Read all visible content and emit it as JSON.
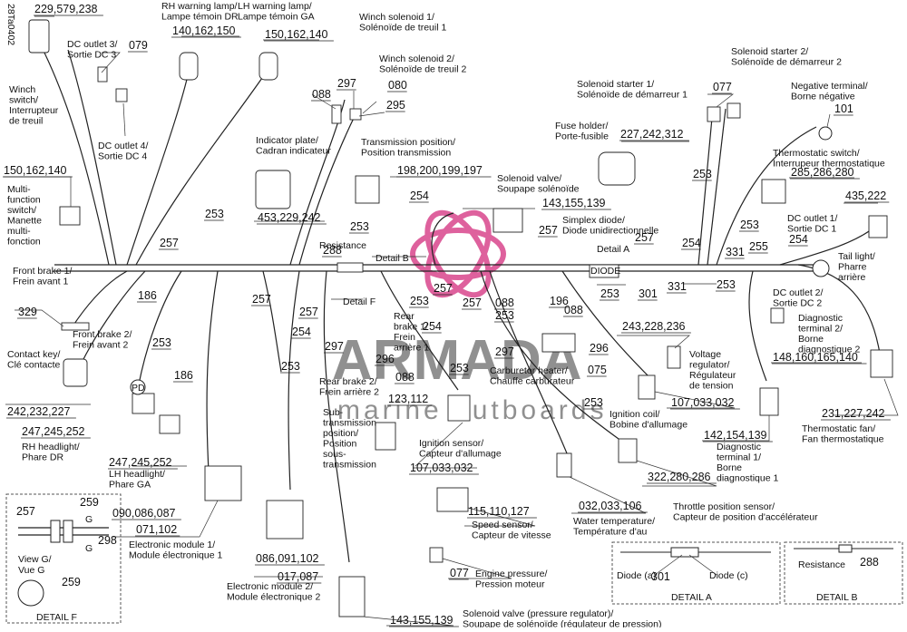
{
  "doc_code": "28Ta0402",
  "watermark": {
    "brand": "ARMADA",
    "tagline": "marine outboards",
    "logo_color": "#d9468c"
  },
  "labels": [
    {
      "id": "winch-switch",
      "lines": [
        "Winch",
        "switch/",
        "Interrupteur",
        "de treuil"
      ]
    },
    {
      "id": "dc-outlet-3",
      "lines": [
        "DC outlet 3/",
        "Sortie DC 3"
      ]
    },
    {
      "id": "dc-outlet-4",
      "lines": [
        "DC outlet 4/",
        "Sortie DC 4"
      ]
    },
    {
      "id": "rh-warning-lamp",
      "lines": [
        "RH warning lamp/",
        "Lampe témoin DR"
      ]
    },
    {
      "id": "lh-warning-lamp",
      "lines": [
        "LH warning lamp/",
        "Lampe témoin GA"
      ]
    },
    {
      "id": "winch-solenoid-1",
      "lines": [
        "Winch solenoid 1/",
        "Solénoïde de treuil 1"
      ]
    },
    {
      "id": "winch-solenoid-2",
      "lines": [
        "Winch solenoid 2/",
        "Solénoïde de treuil 2"
      ]
    },
    {
      "id": "solenoid-starter-2",
      "lines": [
        "Solenoid starter 2/",
        "Solénoïde de démarreur 2"
      ]
    },
    {
      "id": "solenoid-starter-1",
      "lines": [
        "Solenoid starter 1/",
        "Solénoïde de démarreur 1"
      ]
    },
    {
      "id": "negative-terminal",
      "lines": [
        "Negative terminal/",
        "Borne négative"
      ]
    },
    {
      "id": "multi-function-switch",
      "lines": [
        "Multi-",
        "function",
        "switch/",
        "Manette",
        "multi-",
        "fonction"
      ]
    },
    {
      "id": "indicator-plate",
      "lines": [
        "Indicator plate/",
        "Cadran indicateur"
      ]
    },
    {
      "id": "transmission-position",
      "lines": [
        "Transmission position/",
        "Position transmission"
      ]
    },
    {
      "id": "fuse-holder",
      "lines": [
        "Fuse holder/",
        "Porte-fusible"
      ]
    },
    {
      "id": "thermostatic-switch",
      "lines": [
        "Thermostatic switch/",
        "Interrupeur thermostatique"
      ]
    },
    {
      "id": "solenoid-valve",
      "lines": [
        "Solenoid valve/",
        "Soupape solénoïde"
      ]
    },
    {
      "id": "simplex-diode",
      "lines": [
        "Simplex diode/",
        "Diode unidirectionnelle"
      ]
    },
    {
      "id": "dc-outlet-1",
      "lines": [
        "DC outlet 1/",
        "Sortie DC 1"
      ]
    },
    {
      "id": "tail-light",
      "lines": [
        "Tail light/",
        "Pharre",
        "arrière"
      ]
    },
    {
      "id": "front-brake-1",
      "lines": [
        "Front brake 1/",
        "Frein avant 1"
      ]
    },
    {
      "id": "front-brake-2",
      "lines": [
        "Front brake 2/",
        "Frein avant 2"
      ]
    },
    {
      "id": "contact-key",
      "lines": [
        "Contact key/",
        "Clé contacte"
      ]
    },
    {
      "id": "rh-headlight",
      "lines": [
        "RH headlight/",
        "Phare DR"
      ]
    },
    {
      "id": "lh-headlight",
      "lines": [
        "LH headlight/",
        "Phare GA"
      ]
    },
    {
      "id": "rear-brake-1",
      "lines": [
        "Rear",
        "brake 1/",
        "Frein",
        "arrière 1"
      ]
    },
    {
      "id": "rear-brake-2",
      "lines": [
        "Rear brake 2/",
        "Frein arrière 2"
      ]
    },
    {
      "id": "carburetor-heater",
      "lines": [
        "Carburetor heater/",
        "Chauffe carburateur"
      ]
    },
    {
      "id": "sub-transmission",
      "lines": [
        "Sub-",
        "transmission",
        "position/",
        "Position",
        "sous-",
        "transmission"
      ]
    },
    {
      "id": "ignition-sensor",
      "lines": [
        "Ignition sensor/",
        "Capteur d'allumage"
      ]
    },
    {
      "id": "ignition-coil",
      "lines": [
        "Ignition coil/",
        "Bobine d'allumage"
      ]
    },
    {
      "id": "voltage-regulator",
      "lines": [
        "Voltage",
        "regulator/",
        "Régulateur",
        "de tension"
      ]
    },
    {
      "id": "dc-outlet-2",
      "lines": [
        "DC outlet 2/",
        "Sortie DC 2"
      ]
    },
    {
      "id": "diagnostic-terminal-2",
      "lines": [
        "Diagnostic",
        "terminal 2/",
        "Borne",
        "diagnostique 2"
      ]
    },
    {
      "id": "diagnostic-terminal-1",
      "lines": [
        "Diagnostic",
        "terminal 1/",
        "Borne",
        "diagnostique 1"
      ]
    },
    {
      "id": "thermostatic-fan",
      "lines": [
        "Thermostatic fan/",
        "Fan thermostatique"
      ]
    },
    {
      "id": "electronic-module-1",
      "lines": [
        "Electronic module 1/",
        "Module électronique 1"
      ]
    },
    {
      "id": "electronic-module-2",
      "lines": [
        "Electronic module 2/",
        "Module électronique 2"
      ]
    },
    {
      "id": "speed-sensor",
      "lines": [
        "Speed sensor/",
        "Capteur de vitesse"
      ]
    },
    {
      "id": "water-temperature",
      "lines": [
        "Water temperature/",
        "Température d'au"
      ]
    },
    {
      "id": "throttle-position",
      "lines": [
        "Throttle position sensor/",
        "Capteur de position d'accélérateur"
      ]
    },
    {
      "id": "engine-pressure",
      "lines": [
        "Engine pressure/",
        "Pression moteur"
      ]
    },
    {
      "id": "solenoid-valve-pressure",
      "lines": [
        "Solenoid valve (pressure regulator)/",
        "Soupape de solénoïde (régulateur de pression)"
      ]
    },
    {
      "id": "resistance-main",
      "lines": [
        "Resistance"
      ]
    },
    {
      "id": "detail-b-ref",
      "lines": [
        "Detail B"
      ]
    },
    {
      "id": "detail-a-ref",
      "lines": [
        "Detail A"
      ]
    },
    {
      "id": "detail-f-ref",
      "lines": [
        "Detail F"
      ]
    },
    {
      "id": "diode-tag",
      "lines": [
        "DIODE"
      ]
    },
    {
      "id": "pd-badge",
      "lines": [
        "PD"
      ]
    }
  ],
  "callouts": [
    {
      "id": "c-229579238",
      "text": "229,579,238"
    },
    {
      "id": "c-079",
      "text": "079"
    },
    {
      "id": "c-140162150",
      "text": "140,162,150"
    },
    {
      "id": "c-150162140-lh",
      "text": "150,162,140"
    },
    {
      "id": "c-088-top",
      "text": "088"
    },
    {
      "id": "c-297-top",
      "text": "297"
    },
    {
      "id": "c-080",
      "text": "080"
    },
    {
      "id": "c-295",
      "text": "295"
    },
    {
      "id": "c-077-top",
      "text": "077"
    },
    {
      "id": "c-101",
      "text": "101"
    },
    {
      "id": "c-227242312",
      "text": "227,242,312"
    },
    {
      "id": "c-150162140-mf",
      "text": "150,162,140"
    },
    {
      "id": "c-198200199197",
      "text": "198,200,199,197"
    },
    {
      "id": "c-285286280",
      "text": "285,286,280"
    },
    {
      "id": "c-143155139-top",
      "text": "143,155,139"
    },
    {
      "id": "c-254-a",
      "text": "254"
    },
    {
      "id": "c-253-a",
      "text": "253"
    },
    {
      "id": "c-453229242",
      "text": "453,229,242"
    },
    {
      "id": "c-253-b",
      "text": "253"
    },
    {
      "id": "c-253-c",
      "text": "253"
    },
    {
      "id": "c-435222",
      "text": "435,222"
    },
    {
      "id": "c-257-a",
      "text": "257"
    },
    {
      "id": "c-257-b",
      "text": "257"
    },
    {
      "id": "c-257-c",
      "text": "257"
    },
    {
      "id": "c-254-b",
      "text": "254"
    },
    {
      "id": "c-253-d",
      "text": "253"
    },
    {
      "id": "c-331-a",
      "text": "331"
    },
    {
      "id": "c-255",
      "text": "255"
    },
    {
      "id": "c-254-c",
      "text": "254"
    },
    {
      "id": "c-288-main",
      "text": "288"
    },
    {
      "id": "c-186-a",
      "text": "186"
    },
    {
      "id": "c-301-main",
      "text": "301"
    },
    {
      "id": "c-331-b",
      "text": "331"
    },
    {
      "id": "c-253-e",
      "text": "253"
    },
    {
      "id": "c-257-d",
      "text": "257"
    },
    {
      "id": "c-257-e",
      "text": "257"
    },
    {
      "id": "c-257-f",
      "text": "257"
    },
    {
      "id": "c-253-f",
      "text": "253"
    },
    {
      "id": "c-257-g",
      "text": "257"
    },
    {
      "id": "c-253-g",
      "text": "253"
    },
    {
      "id": "c-088-mid",
      "text": "088"
    },
    {
      "id": "c-196",
      "text": "196"
    },
    {
      "id": "c-088-right",
      "text": "088"
    },
    {
      "id": "c-253-h",
      "text": "253"
    },
    {
      "id": "c-329",
      "text": "329"
    },
    {
      "id": "c-253-i",
      "text": "253"
    },
    {
      "id": "c-254-d",
      "text": "254"
    },
    {
      "id": "c-254-e",
      "text": "254"
    },
    {
      "id": "c-243228236",
      "text": "243,228,236"
    },
    {
      "id": "c-297-mid",
      "text": "297"
    },
    {
      "id": "c-296-right",
      "text": "296"
    },
    {
      "id": "c-297-low",
      "text": "297"
    },
    {
      "id": "c-296-low",
      "text": "296"
    },
    {
      "id": "c-075",
      "text": "075"
    },
    {
      "id": "c-088-low",
      "text": "088"
    },
    {
      "id": "c-253-j",
      "text": "253"
    },
    {
      "id": "c-186-b",
      "text": "186"
    },
    {
      "id": "c-253-k",
      "text": "253"
    },
    {
      "id": "c-148160165140",
      "text": "148,160,165,140"
    },
    {
      "id": "c-242232227",
      "text": "242,232,227"
    },
    {
      "id": "c-123112",
      "text": "123,112"
    },
    {
      "id": "c-253-l",
      "text": "253"
    },
    {
      "id": "c-107033032-a",
      "text": "107,033,032"
    },
    {
      "id": "c-231227242",
      "text": "231,227,242"
    },
    {
      "id": "c-247245252-a",
      "text": "247,245,252"
    },
    {
      "id": "c-142154139",
      "text": "142,154,139"
    },
    {
      "id": "c-247245252-b",
      "text": "247,245,252"
    },
    {
      "id": "c-107033032-b",
      "text": "107,033,032"
    },
    {
      "id": "c-322280286",
      "text": "322,280,286"
    },
    {
      "id": "c-090086087",
      "text": "090,086,087"
    },
    {
      "id": "c-071102",
      "text": "071,102"
    },
    {
      "id": "c-115110127",
      "text": "115,110,127"
    },
    {
      "id": "c-032033106",
      "text": "032,033,106"
    },
    {
      "id": "c-086091102",
      "text": "086,091,102"
    },
    {
      "id": "c-017087",
      "text": "017,087"
    },
    {
      "id": "c-077-low",
      "text": "077"
    },
    {
      "id": "c-143155139-low",
      "text": "143,155,139"
    }
  ],
  "detail_f": {
    "title": "DETAIL F",
    "view_label": [
      "View G/",
      "Vue G"
    ],
    "callouts": [
      "257",
      "259",
      "298",
      "259"
    ],
    "g_marks": [
      "G",
      "G"
    ]
  },
  "detail_a": {
    "title": "DETAIL A",
    "diode_a": "Diode (a)",
    "diode_c": "Diode (c)",
    "callout": "301"
  },
  "detail_b": {
    "title": "DETAIL B",
    "resistance": "Resistance",
    "callout": "288"
  }
}
